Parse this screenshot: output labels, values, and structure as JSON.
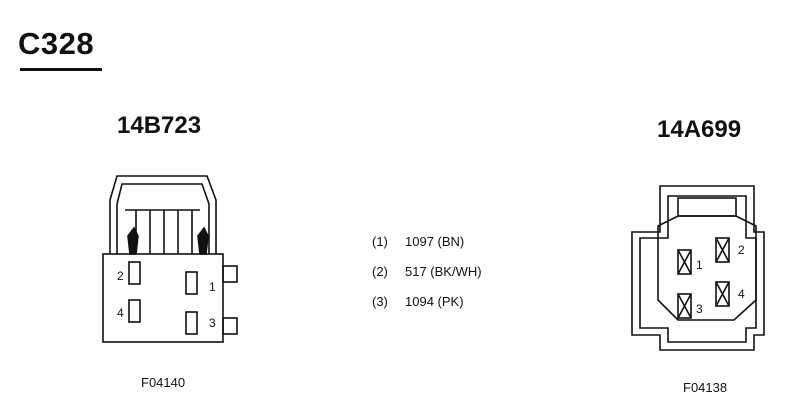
{
  "title": "C328",
  "left_connector": {
    "name": "14B723",
    "figure_id": "F04140",
    "pins": [
      "1",
      "2",
      "3",
      "4"
    ]
  },
  "right_connector": {
    "name": "14A699",
    "figure_id": "F04138",
    "pins": [
      "1",
      "2",
      "3",
      "4"
    ]
  },
  "wires": [
    {
      "pin": "(1)",
      "circuit": "1097 (BN)"
    },
    {
      "pin": "(2)",
      "circuit": "517 (BK/WH)"
    },
    {
      "pin": "(3)",
      "circuit": "1094 (PK)"
    }
  ]
}
